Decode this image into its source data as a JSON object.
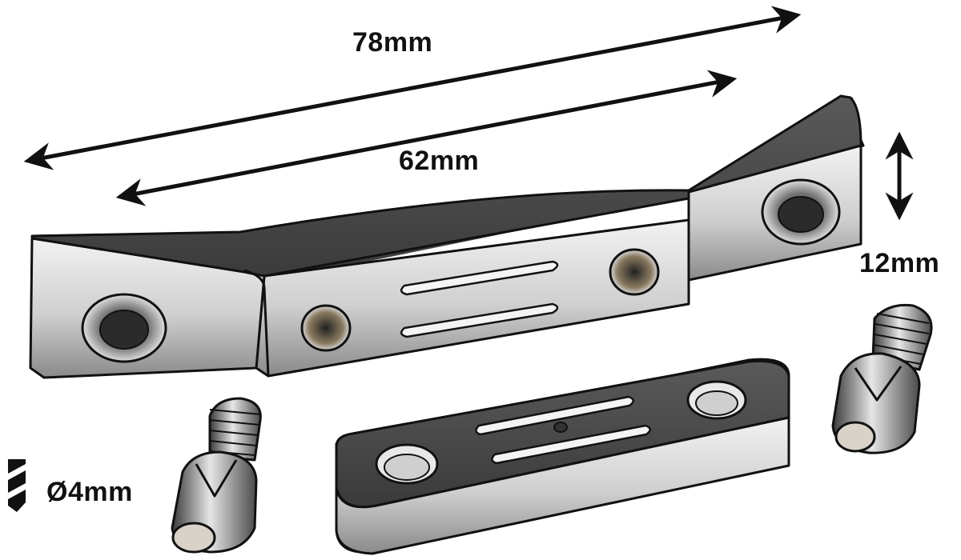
{
  "dimensions": {
    "overall_length": "78mm",
    "hole_spacing": "62mm",
    "height": "12mm",
    "bolt_diameter": "Ø4mm"
  },
  "parts": [
    "main-bracket",
    "mounting-plate",
    "bolt-left",
    "bolt-right"
  ],
  "colors": {
    "ink": "#111111",
    "metal_top": "#4a4a4a",
    "metal_face": "#d9d9d9",
    "metal_shadow": "#8c8c8c",
    "background": "#ffffff"
  }
}
